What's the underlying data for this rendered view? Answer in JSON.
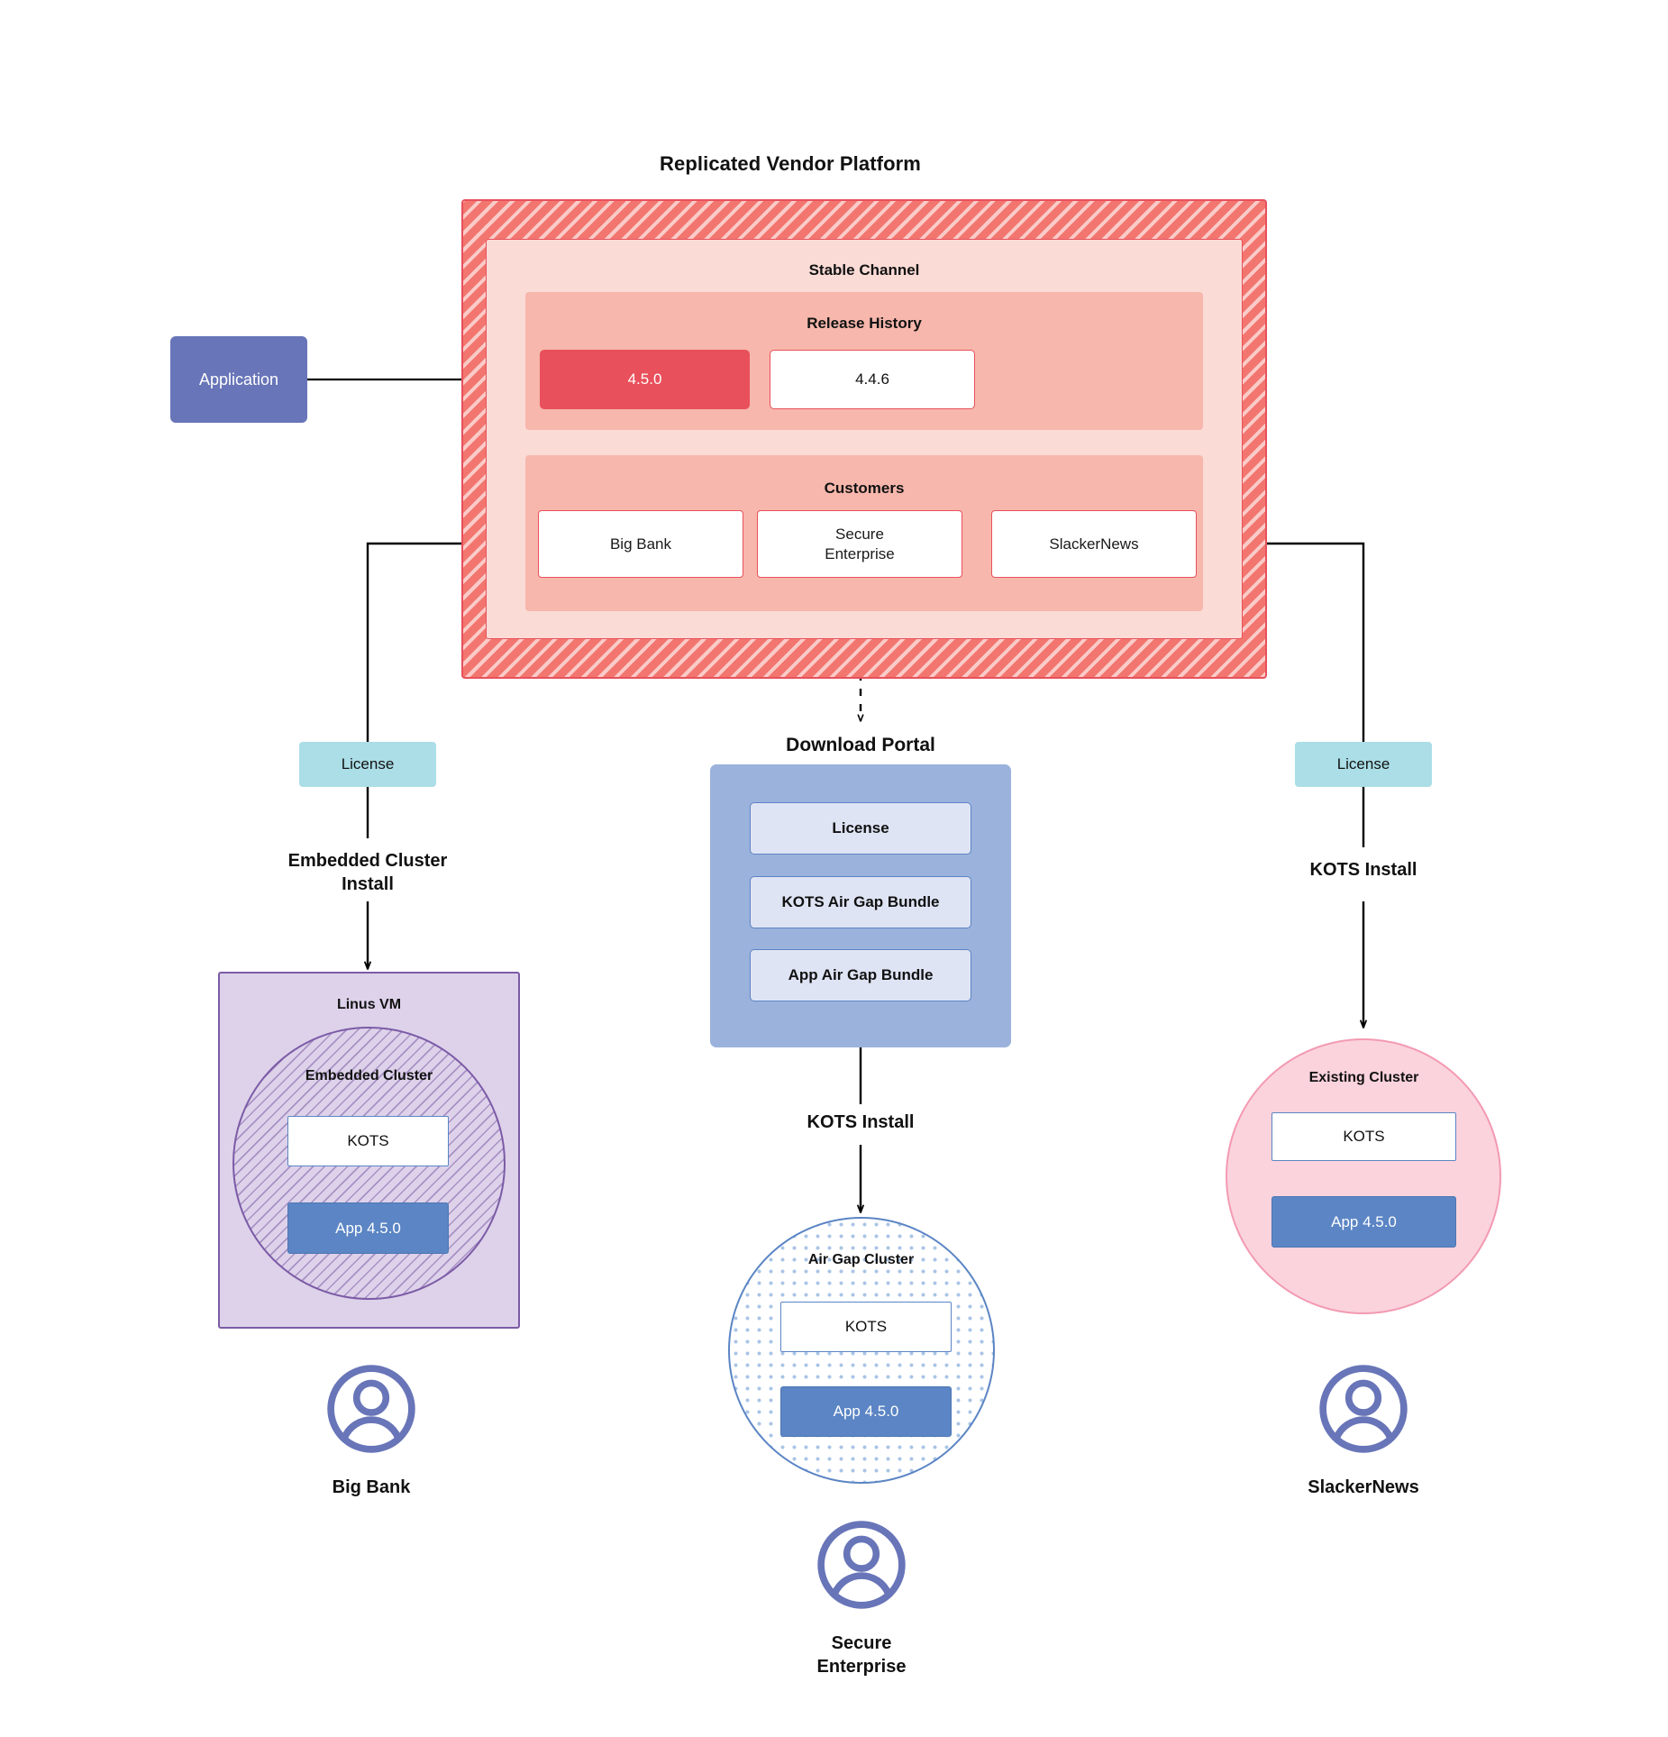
{
  "diagram": {
    "title": "Replicated Vendor Platform"
  },
  "application": {
    "label": "Application"
  },
  "stable_channel": {
    "title": "Stable Channel",
    "release_history": {
      "title": "Release History",
      "releases": [
        {
          "version": "4.5.0",
          "state": "current"
        },
        {
          "version": "4.4.6",
          "state": "previous"
        }
      ]
    },
    "customers": {
      "title": "Customers",
      "items": [
        {
          "name": "Big Bank"
        },
        {
          "name": "Secure\nEnterprise"
        },
        {
          "name": "SlackerNews"
        }
      ]
    }
  },
  "download_portal": {
    "title": "Download  Portal",
    "items": [
      {
        "label": "License"
      },
      {
        "label": "KOTS Air Gap Bundle"
      },
      {
        "label": "App Air Gap Bundle"
      }
    ]
  },
  "branches": {
    "left": {
      "license_label": "License",
      "install_label": "Embedded Cluster\nInstall",
      "host": {
        "title": "Linus VM",
        "cluster_title": "Embedded Cluster",
        "kots_label": "KOTS",
        "app_label": "App 4.5.0"
      },
      "user": {
        "label": "Big Bank",
        "icon": "user-avatar-icon"
      }
    },
    "center": {
      "install_label": "KOTS Install",
      "cluster": {
        "title": "Air Gap Cluster",
        "kots_label": "KOTS",
        "app_label": "App 4.5.0"
      },
      "user": {
        "label": "Secure\nEnterprise",
        "icon": "user-avatar-icon"
      }
    },
    "right": {
      "license_label": "License",
      "install_label": "KOTS Install",
      "cluster": {
        "title": "Existing Cluster",
        "kots_label": "KOTS",
        "app_label": "App 4.5.0"
      },
      "user": {
        "label": "SlackerNews",
        "icon": "user-avatar-icon"
      }
    }
  },
  "colors": {
    "platform_red": "#e8505b",
    "platform_fill": "#f2766f",
    "channel_fill": "#fbdbd6",
    "panel_fill": "#f7b7ac",
    "application_purple": "#6875b8",
    "license_cyan": "#abdee7",
    "portal_blue": "#9bb2dc",
    "portal_item_fill": "#dfe4f5",
    "kots_border_blue": "#5b85c4",
    "app_blue": "#5b85c4",
    "vm_purple": "#7c5ba6",
    "vm_fill": "#ddd2ea",
    "existing_pink": "#fbd3dd",
    "existing_border": "#f39ab2",
    "avatar_purple": "#6875b8"
  }
}
